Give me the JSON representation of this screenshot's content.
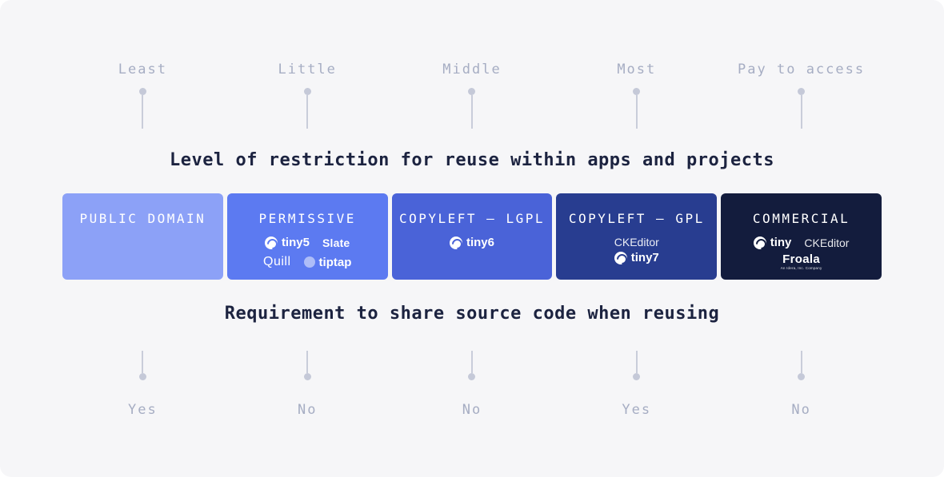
{
  "colors": {
    "canvas_bg": "#f6f6f8",
    "axis_text": "#a6adc3",
    "pin": "#c7cbd9",
    "title_text": "#1c2340"
  },
  "top_axis": {
    "title": "Level of restriction for reuse within apps and projects",
    "labels": [
      "Least",
      "Little",
      "Middle",
      "Most",
      "Pay to access"
    ]
  },
  "bottom_axis": {
    "title": "Requirement to share source code when reusing",
    "labels": [
      "Yes",
      "No",
      "No",
      "Yes",
      "No"
    ]
  },
  "cards": [
    {
      "label": "PUBLIC DOMAIN",
      "color": "#8ca1f7"
    },
    {
      "label": "PERMISSIVE",
      "color": "#5c7af1",
      "logos": {
        "tiny": "tiny5",
        "slate": "Slate",
        "quill": "Quill",
        "tiptap": "tiptap"
      }
    },
    {
      "label": "COPYLEFT — LGPL",
      "color": "#4a63d8",
      "logos": {
        "tiny": "tiny6"
      }
    },
    {
      "label": "COPYLEFT — GPL",
      "color": "#283d90",
      "logos": {
        "ckeditor": "CKEditor",
        "tiny": "tiny7"
      }
    },
    {
      "label": "COMMERCIAL",
      "color": "#131c3d",
      "logos": {
        "tiny": "tiny",
        "ckeditor": "CKEditor",
        "froala": "Froala",
        "froala_sub": "An Idera, Inc. Company"
      }
    }
  ]
}
